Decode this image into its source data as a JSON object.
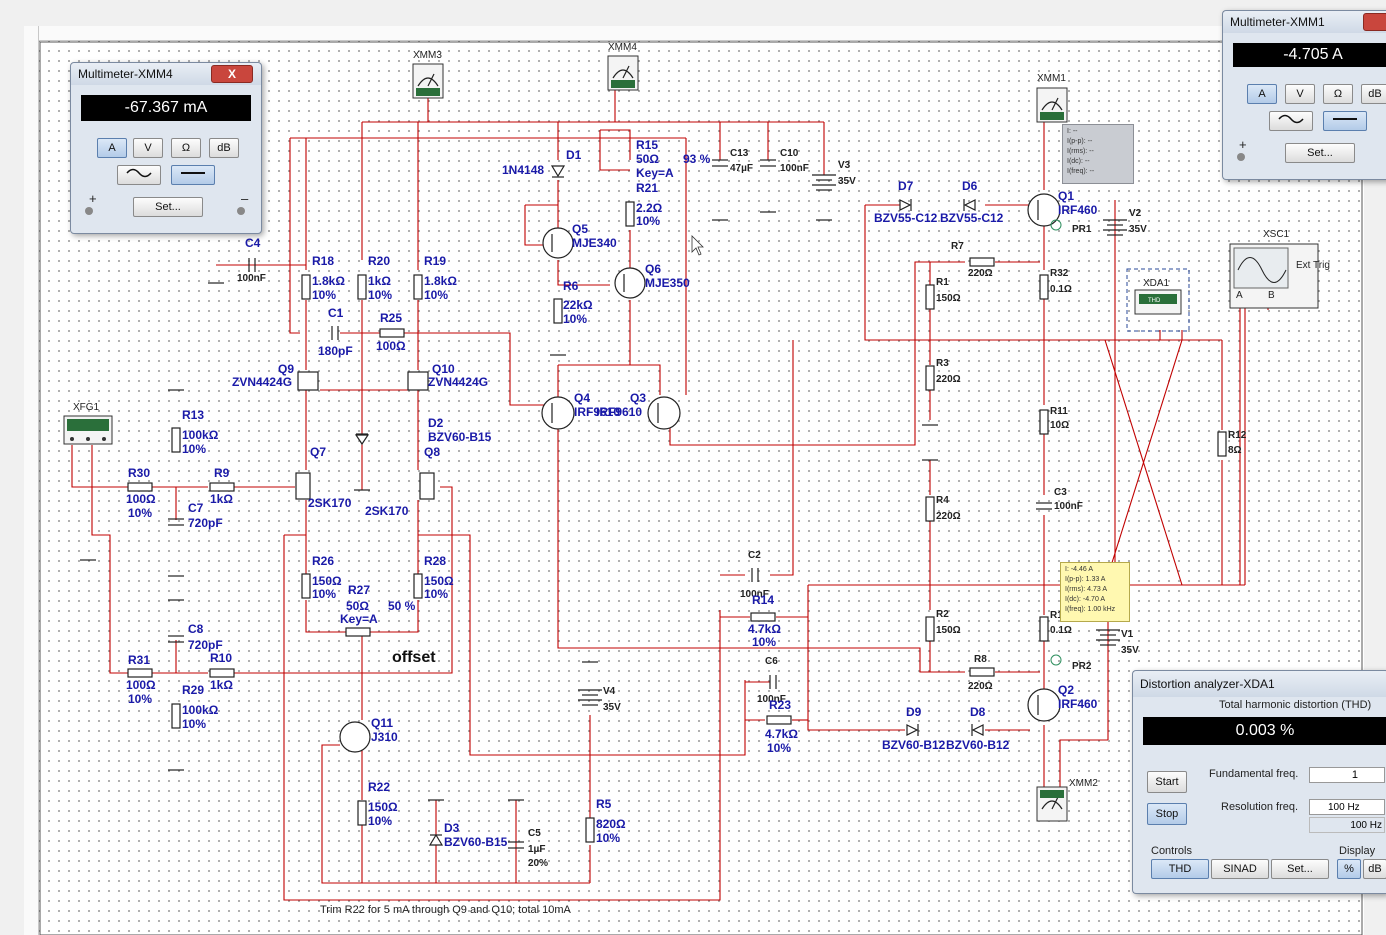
{
  "schematic": {
    "labels": {
      "xmm3": "XMM3",
      "xmm4": "XMM4",
      "xmm1": "XMM1",
      "xmm2": "XMM2",
      "xfg1": "XFG1",
      "xsc1": "XSC1",
      "xda1": "XDA1",
      "d1": "D1",
      "d1v": "1N4148",
      "r15": "R15",
      "r15v": "50Ω",
      "r15k": "Key=A",
      "r15p": "93 %",
      "r21": "R21",
      "r21v": "2.2Ω",
      "r21t": "10%",
      "c13": "C13",
      "c13v": "47µF",
      "c10": "C10",
      "c10v": "100nF",
      "v3": "V3",
      "v3v": "35V",
      "q5": "Q5",
      "q5v": "MJE340",
      "q6": "Q6",
      "q6v": "MJE350",
      "r6": "R6",
      "r6v": "22kΩ",
      "r6t": "10%",
      "c4": "C4",
      "c4v": "100nF",
      "r18": "R18",
      "r18v": "1.8kΩ",
      "r18t": "10%",
      "r20": "R20",
      "r20v": "1kΩ",
      "r20t": "10%",
      "r19": "R19",
      "r19v": "1.8kΩ",
      "r19t": "10%",
      "c1": "C1",
      "c1v": "180pF",
      "r25": "R25",
      "r25v": "100Ω",
      "q9": "Q9",
      "q9v": "ZVN4424G",
      "q10": "Q10",
      "q10v": "ZVN4424G",
      "q4": "Q4",
      "q4v": "IRF9610",
      "q3": "Q3",
      "q3v": "IRF9610",
      "d2": "D2",
      "d2v": "BZV60-B15",
      "q7": "Q7",
      "q8": "Q8",
      "q7v": "2SK170",
      "q8v": "2SK170",
      "r13": "R13",
      "r13v": "100kΩ",
      "r13t": "10%",
      "r30": "R30",
      "r30v": "100Ω",
      "r30t": "10%",
      "r9": "R9",
      "r9v": "1kΩ",
      "c7": "C7",
      "c7v": "720pF",
      "c8": "C8",
      "c8v": "720pF",
      "r26": "R26",
      "r26v": "150Ω",
      "r26t": "10%",
      "r27": "R27",
      "r27v": "50Ω",
      "r27k": "Key=A",
      "r27p": "50 %",
      "r28": "R28",
      "r28v": "150Ω",
      "r28t": "10%",
      "offset": "offset",
      "r31": "R31",
      "r31v": "100Ω",
      "r31t": "10%",
      "r10": "R10",
      "r10v": "1kΩ",
      "r29": "R29",
      "r29v": "100kΩ",
      "r29t": "10%",
      "q11": "Q11",
      "q11v": "J310",
      "r22": "R22",
      "r22v": "150Ω",
      "r22t": "10%",
      "d3": "D3",
      "d3v": "BZV60-B15",
      "c5": "C5",
      "c5v": "1µF",
      "c5t": "20%",
      "v4": "V4",
      "v4v": "35V",
      "r5": "R5",
      "r5v": "820Ω",
      "r5t": "10%",
      "c2": "C2",
      "c2v": "100nF",
      "r14": "R14",
      "r14v": "4.7kΩ",
      "r14t": "10%",
      "c6": "C6",
      "c6v": "100nF",
      "r23": "R23",
      "r23v": "4.7kΩ",
      "r23t": "10%",
      "d7": "D7",
      "d6": "D6",
      "d7v": "BZV55-C12",
      "d6v": "BZV55-C12",
      "r7": "R7",
      "r7v": "220Ω",
      "r1": "R1",
      "r1v": "150Ω",
      "r3": "R3",
      "r3v": "220Ω",
      "r4": "R4",
      "r4v": "220Ω",
      "r2": "R2",
      "r2v": "150Ω",
      "r8": "R8",
      "r8v": "220Ω",
      "d9": "D9",
      "d8": "D8",
      "d9v": "BZV60-B12",
      "d8v": "BZV60-B12",
      "q1": "Q1",
      "q1v": "IRF460",
      "pr1": "PR1",
      "v2": "V2",
      "v2v": "35V",
      "r32": "R32",
      "r32v": "0.1Ω",
      "r11": "R11",
      "r11v": "10Ω",
      "c3": "C3",
      "c3v": "100nF",
      "r12": "R12",
      "r12v": "8Ω",
      "r1b": "R1",
      "r1bv": "0.1Ω",
      "v1": "V1",
      "v1v": "35V",
      "q2": "Q2",
      "q2v": "IRF460",
      "pr2": "PR2",
      "note": "Trim R22 for 5 mA through Q9 and Q10; total 10mA"
    },
    "probe1": [
      "I: --",
      "I(p-p): --",
      "I(rms): --",
      "I(dc): --",
      "I(freq): --"
    ],
    "probe2": [
      "I: -4.46 A",
      "I(p-p): 1.33 A",
      "I(rms): 4.73 A",
      "I(dc): -4.70 A",
      "I(freq): 1.00 kHz"
    ],
    "scope_labels": {
      "ext_trig": "Ext Trig",
      "a": "A",
      "b": "B"
    },
    "xda_face": "THD"
  },
  "multimeter4": {
    "title": "Multimeter-XMM4",
    "reading": "-67.367 mA",
    "mode_buttons": [
      "A",
      "V",
      "Ω",
      "dB"
    ],
    "selected_mode": "A",
    "set_label": "Set...",
    "plus": "+",
    "minus": "–",
    "close_icon": "X"
  },
  "multimeter1": {
    "title": "Multimeter-XMM1",
    "reading": "-4.705 A",
    "mode_buttons": [
      "A",
      "V",
      "Ω",
      "dB"
    ],
    "selected_mode": "A",
    "set_label": "Set...",
    "plus": "+"
  },
  "distortion": {
    "title": "Distortion analyzer-XDA1",
    "section": "Total harmonic distortion (THD)",
    "reading": "0.003 %",
    "start": "Start",
    "stop": "Stop",
    "fundamental_label": "Fundamental freq.",
    "fundamental_value": "1",
    "resolution_label": "Resolution freq.",
    "resolution_value": "100 Hz",
    "resolution_value2": "100 Hz",
    "controls_label": "Controls",
    "display_label": "Display",
    "thd_btn": "THD",
    "sinad_btn": "SINAD",
    "set_btn": "Set...",
    "pct_btn": "%",
    "db_btn": "dB"
  },
  "colors": {
    "wire": "#c00000",
    "label": "#1a1aa8",
    "display_bg": "#000000"
  }
}
